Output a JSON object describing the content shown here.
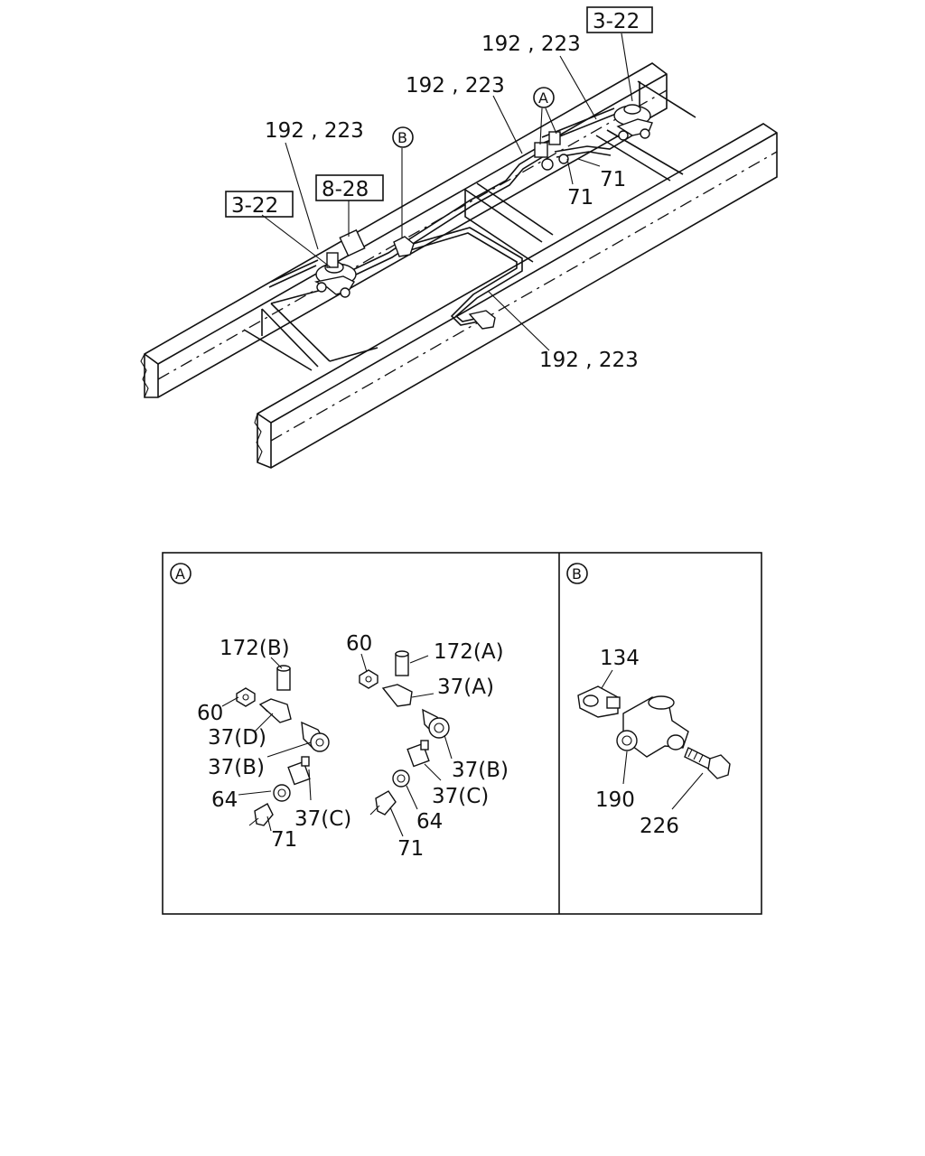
{
  "main_view": {
    "refs": {
      "ref_3_22_top": "3-22",
      "ref_3_22_left": "3-22",
      "ref_8_28": "8-28"
    },
    "callouts": {
      "A": "A",
      "B": "B"
    },
    "labels": {
      "pipe_1": "192 , 223",
      "pipe_2": "192 , 223",
      "pipe_3": "192 , 223",
      "pipe_4": "192 , 223",
      "hose_1": "71",
      "hose_2": "71"
    }
  },
  "detail_a": {
    "marker": "A",
    "labels": {
      "l172b": "172(B)",
      "l60a": "60",
      "l60b": "60",
      "l172a": "172(A)",
      "l37a": "37(A)",
      "l37d": "37(D)",
      "l37b_left": "37(B)",
      "l37b_right": "37(B)",
      "l37c_left": "37(C)",
      "l37c_right": "37(C)",
      "l64_left": "64",
      "l64_right": "64",
      "l71_left": "71",
      "l71_right": "71"
    }
  },
  "detail_b": {
    "marker": "B",
    "labels": {
      "l134": "134",
      "l190": "190",
      "l226": "226"
    }
  }
}
